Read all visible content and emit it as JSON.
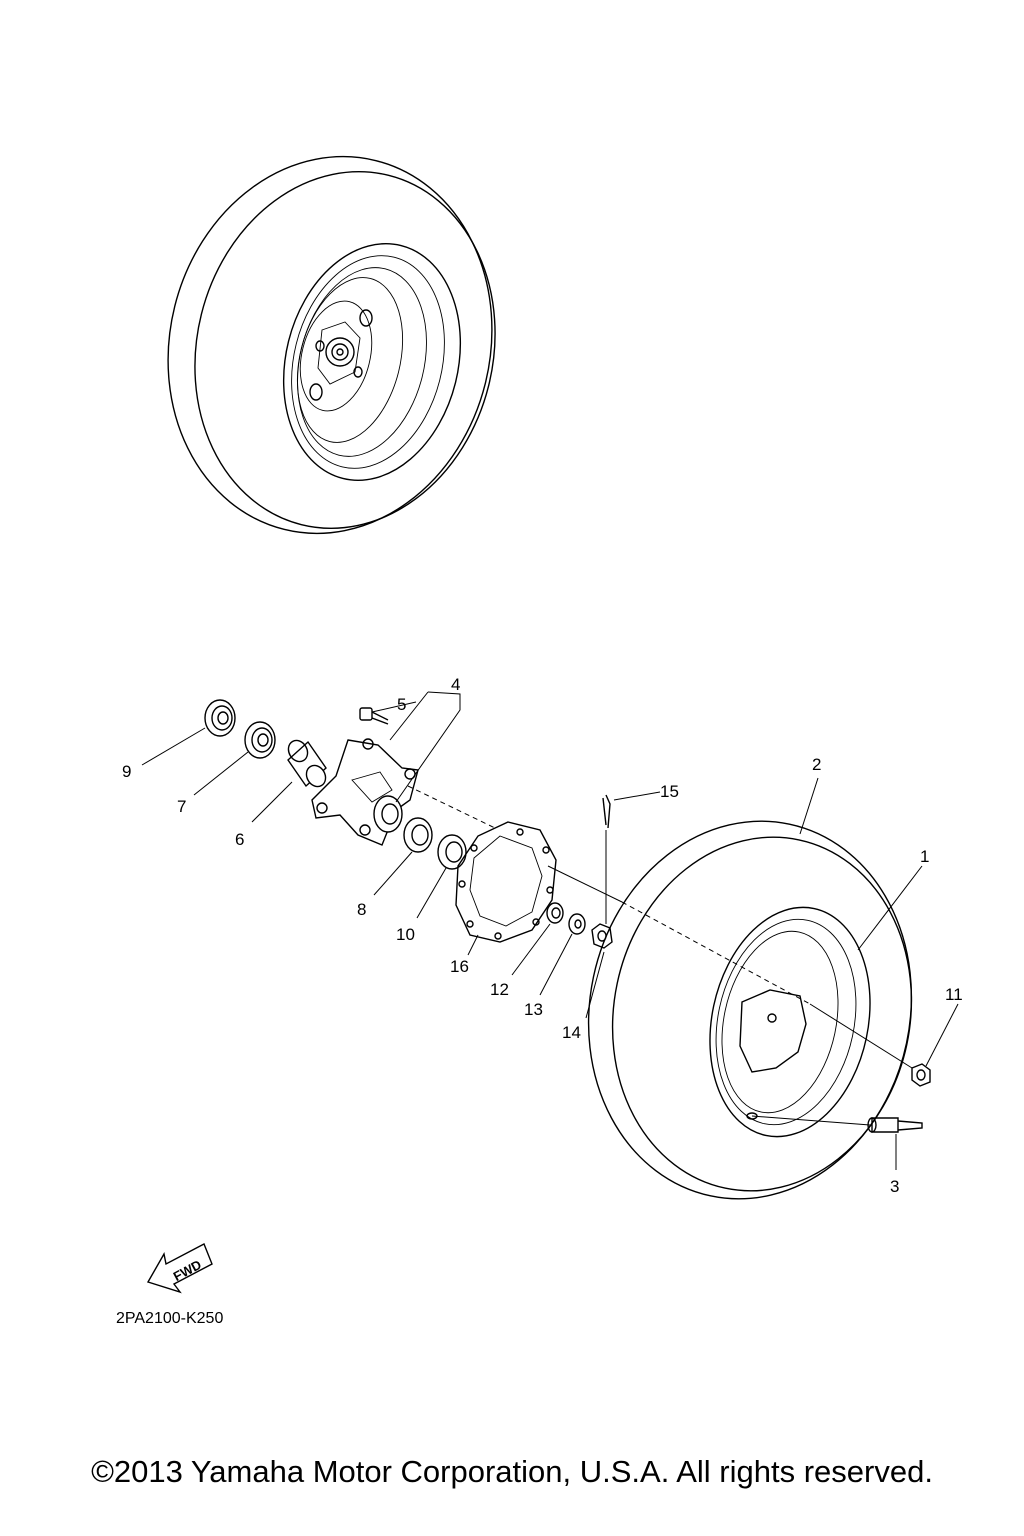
{
  "diagram": {
    "catalog_code": "2PA2100-K250",
    "fwd_label": "FWD",
    "copyright": "©2013 Yamaha Motor Corporation, U.S.A. All rights reserved.",
    "callouts": [
      {
        "id": "1",
        "label": "1"
      },
      {
        "id": "2",
        "label": "2"
      },
      {
        "id": "3",
        "label": "3"
      },
      {
        "id": "4",
        "label": "4"
      },
      {
        "id": "5",
        "label": "5"
      },
      {
        "id": "6",
        "label": "6"
      },
      {
        "id": "7",
        "label": "7"
      },
      {
        "id": "8",
        "label": "8"
      },
      {
        "id": "9",
        "label": "9"
      },
      {
        "id": "10",
        "label": "10"
      },
      {
        "id": "11",
        "label": "11"
      },
      {
        "id": "12",
        "label": "12"
      },
      {
        "id": "13",
        "label": "13"
      },
      {
        "id": "14",
        "label": "14"
      },
      {
        "id": "15",
        "label": "15"
      },
      {
        "id": "16",
        "label": "16"
      }
    ]
  }
}
